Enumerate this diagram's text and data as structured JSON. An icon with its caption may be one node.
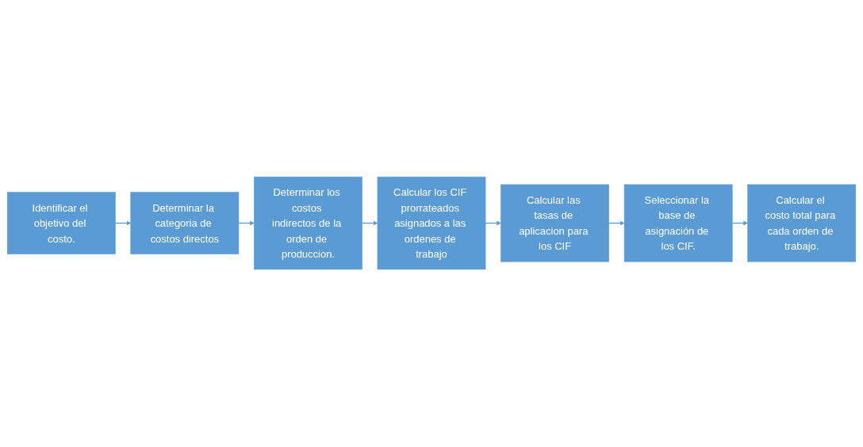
{
  "diagram": {
    "nodes": [
      {
        "text": [
          "Identificar el objetivo del costo."
        ]
      },
      {
        "text": [
          "Determinar la categoria de costos directos"
        ]
      },
      {
        "text": [
          "Determinar los costos indirectos de la orden de produccion."
        ]
      },
      {
        "text": [
          "Calcular los CIF prorrateados asignados a las ordenes de trabajo"
        ]
      },
      {
        "text": [
          "Calcular las tasas de aplicacion para los CIF"
        ]
      },
      {
        "text": [
          "Seleccionar la base de asignación de los CIF."
        ]
      },
      {
        "text": [
          "Calcular el costo total para cada orden de trabajo."
        ]
      }
    ],
    "edges": [
      {
        "from": 0,
        "to": 1,
        "arrow": "to"
      },
      {
        "from": 1,
        "to": 2,
        "arrow": "to"
      },
      {
        "from": 2,
        "to": 3,
        "arrow": "to"
      },
      {
        "from": 3,
        "to": 4,
        "arrow": "to"
      },
      {
        "from": 4,
        "to": 5,
        "arrow": "to"
      },
      {
        "from": 5,
        "to": 6,
        "arrow": "to"
      }
    ]
  }
}
